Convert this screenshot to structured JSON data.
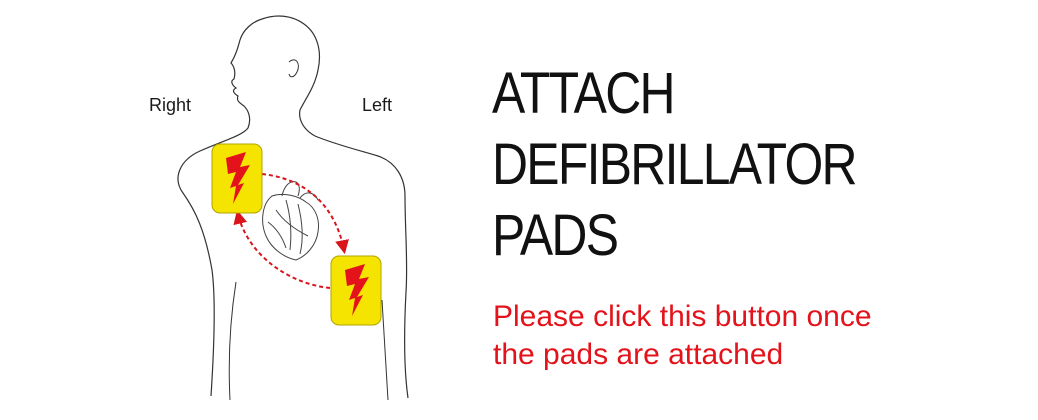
{
  "screen": {
    "title_lines": [
      "ATTACH",
      "DEFIBRILLATOR",
      "PADS"
    ],
    "instruction_lines": [
      "Please click this button once",
      "the pads are attached"
    ]
  },
  "diagram": {
    "right_label": "Right",
    "left_label": "Left"
  },
  "colors": {
    "pad_fill": "#f5e400",
    "bolt": "#e3121b",
    "instruction_text": "#e3121b",
    "arrow": "#d9141c",
    "outline": "#333333"
  },
  "icons": [
    "torso-outline",
    "heart-icon",
    "pad-icon",
    "lightning-bolt-icon",
    "arrow-icon"
  ]
}
